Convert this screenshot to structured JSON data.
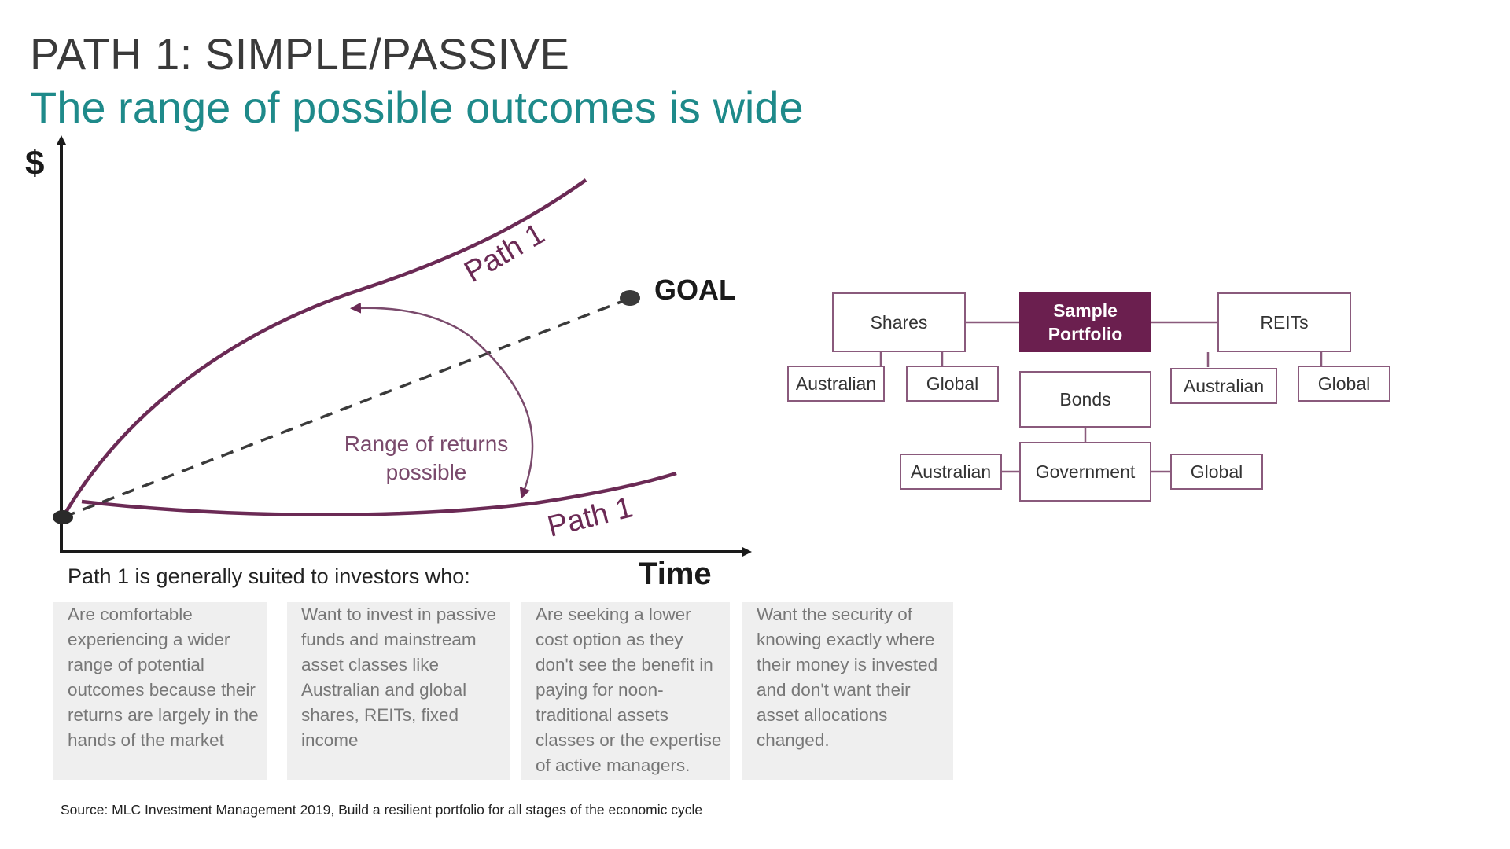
{
  "header": {
    "title": "PATH 1: SIMPLE/PASSIVE",
    "subtitle": "The range of possible outcomes is wide"
  },
  "diagram": {
    "y_axis_label": "$",
    "x_axis_label": "Time",
    "goal_label": "GOAL",
    "path_upper_label": "Path 1",
    "path_lower_label": "Path 1",
    "range_label_line1": "Range of returns",
    "range_label_line2": "possible",
    "colors": {
      "path": "#6b2a55",
      "axis": "#1a1a1a",
      "goal_dot": "#3a3a3a",
      "title": "#3a3a3a",
      "subtitle": "#1e8a8a",
      "root_box": "#6b1f4f"
    }
  },
  "suited": {
    "heading": "Path 1 is generally suited to investors who:",
    "cards": [
      {
        "text": "Are comfortable experiencing a wider range of potential outcomes because their returns are largely in the hands of the market"
      },
      {
        "text": "Want to invest in passive funds and mainstream asset classes like Australian and global shares, REITs, fixed income"
      },
      {
        "text": "Are seeking a lower cost option as they don't see the benefit in paying for noon-traditional assets classes or the expertise of active managers."
      },
      {
        "text": "Want the security of knowing exactly where their money is invested and don't want their asset allocations changed."
      }
    ]
  },
  "portfolio_tree": {
    "root": "Sample Portfolio",
    "shares": "Shares",
    "shares_australian": "Australian",
    "shares_global": "Global",
    "reits": "REITs",
    "reits_australian": "Australian",
    "reits_global": "Global",
    "bonds": "Bonds",
    "government": "Government",
    "gov_australian": "Australian",
    "gov_global": "Global"
  },
  "footer": {
    "source": "Source: MLC Investment Management 2019, Build a resilient portfolio for all stages of the economic cycle"
  }
}
